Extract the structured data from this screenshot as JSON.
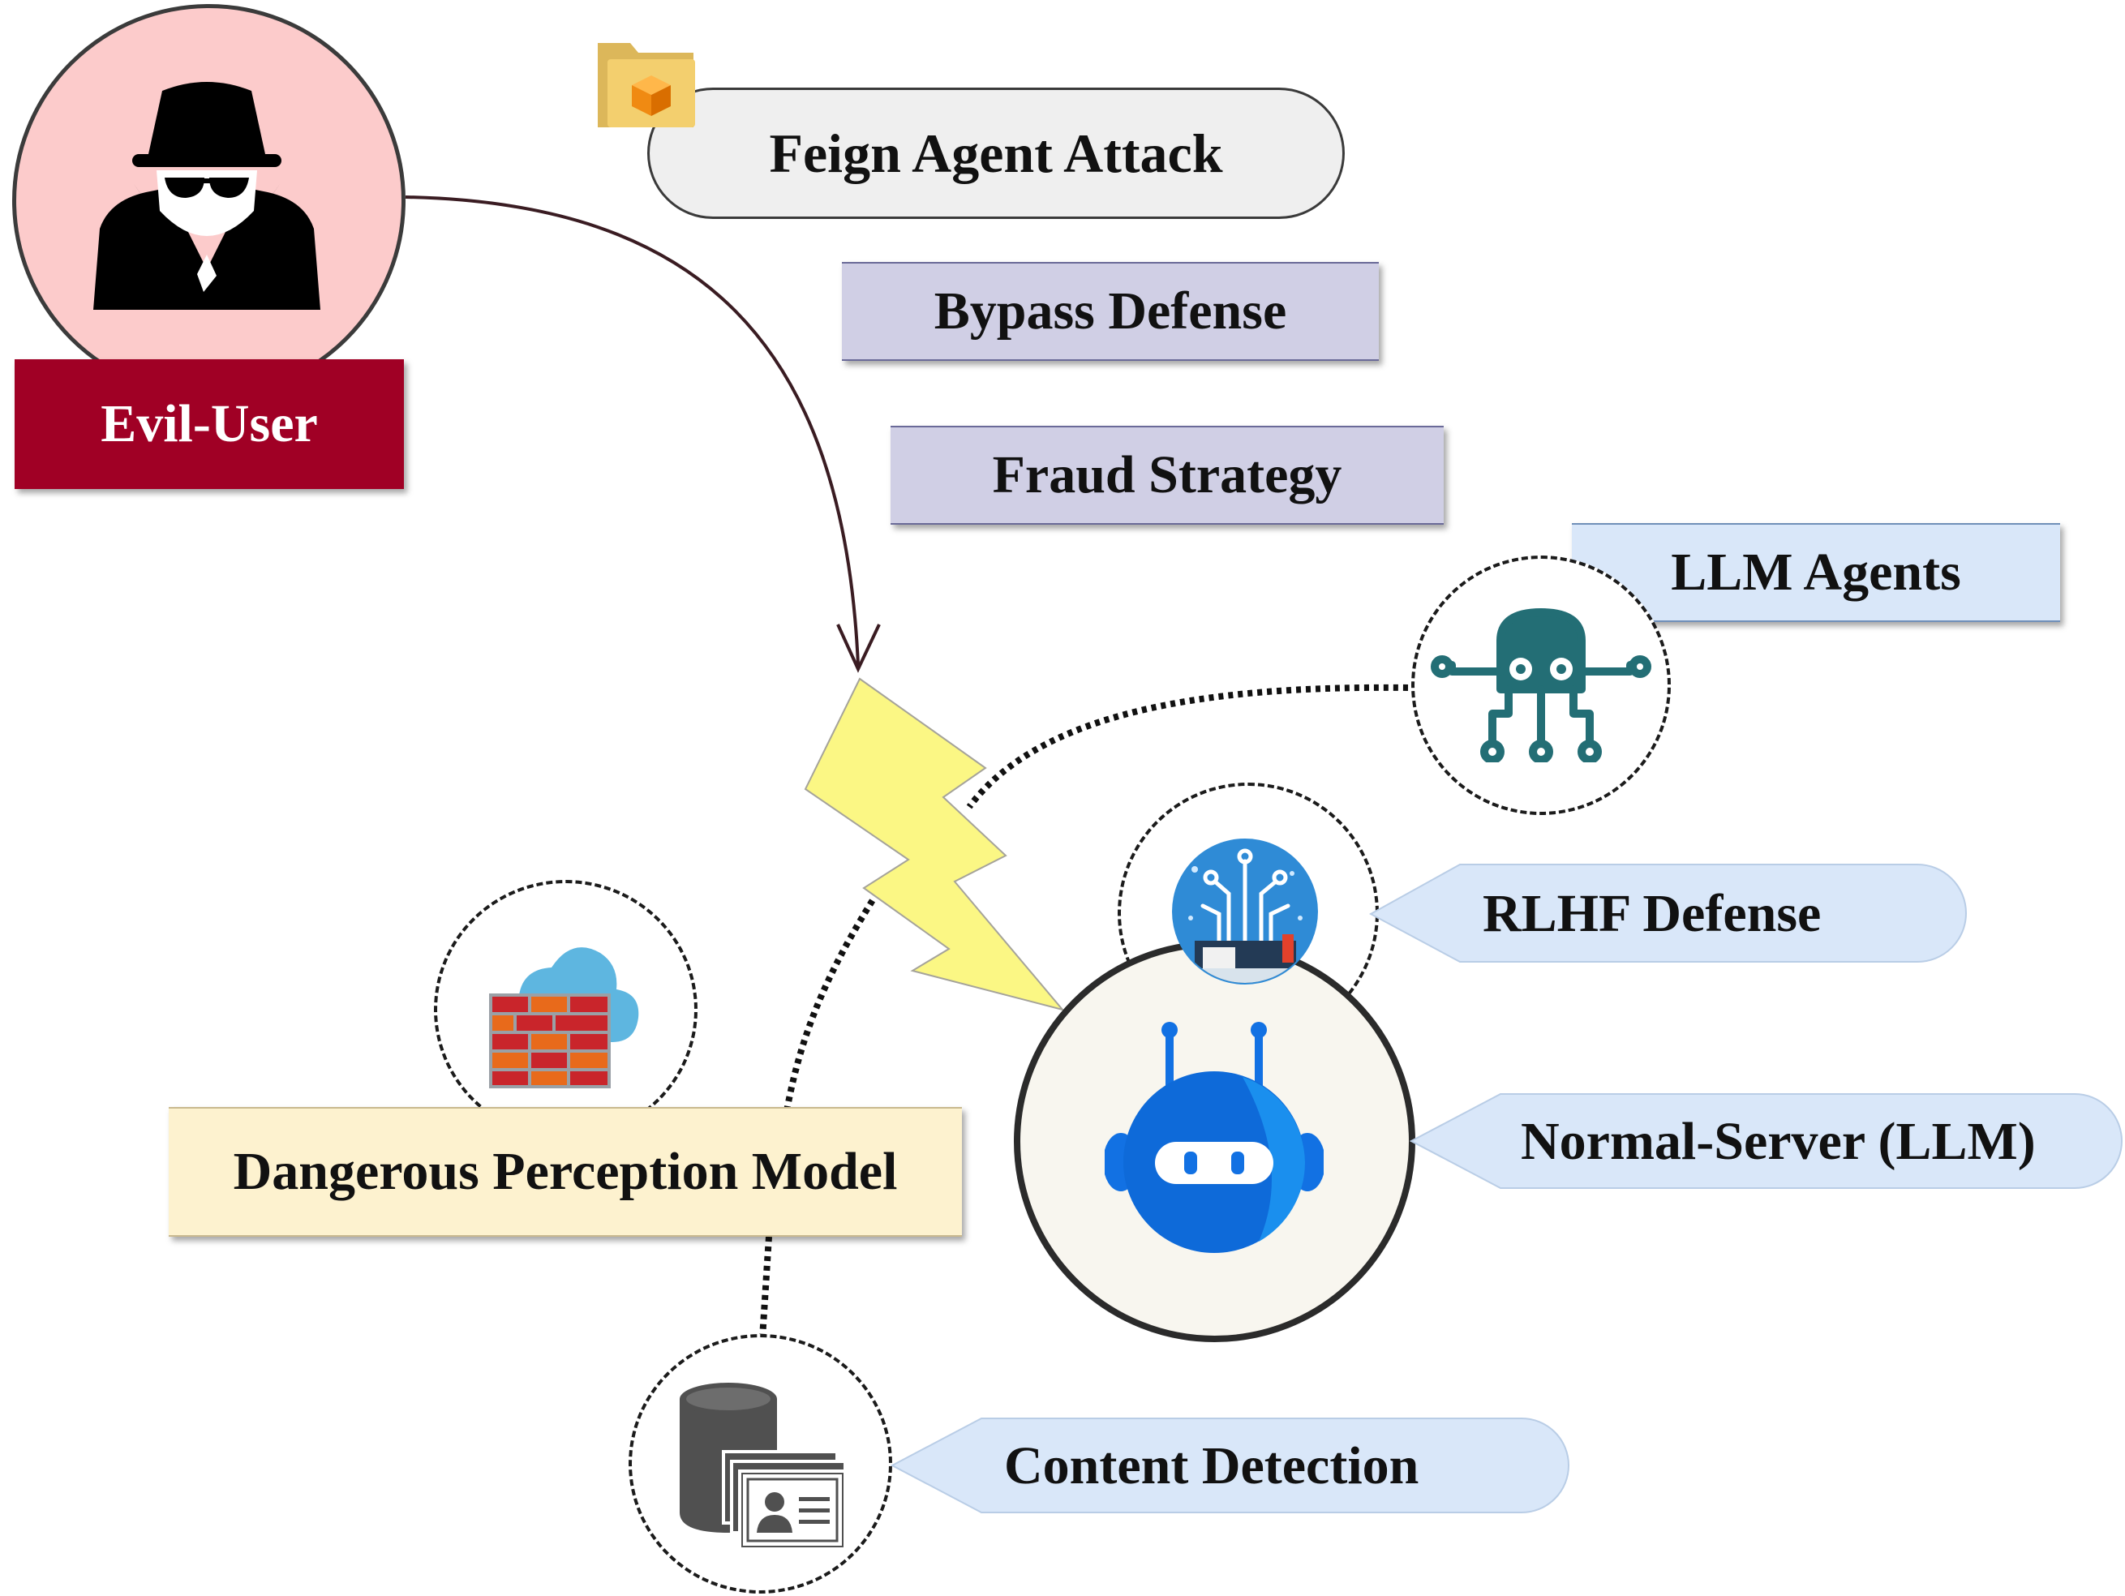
{
  "nodes": {
    "evil_user": "Evil-User",
    "feign_attack": "Feign Agent Attack",
    "bypass_defense": "Bypass Defense",
    "fraud_strategy": "Fraud Strategy",
    "llm_agents": "LLM Agents",
    "rlhf_defense": "RLHF Defense",
    "normal_server": "Normal-Server (LLM)",
    "dangerous_model": "Dangerous Perception Model",
    "content_detection": "Content Detection"
  },
  "icons": {
    "attacker": "spy-icon",
    "attack_folder": "package-folder-icon",
    "lightning": "lightning-bolt-icon",
    "agents": "octopus-circuit-icon",
    "rlhf": "circuit-chip-icon",
    "server": "robot-icon",
    "firewall": "cloud-firewall-icon",
    "detection": "database-id-card-icon"
  },
  "colors": {
    "attacker_circle": "#fccbcb",
    "evil_label": "#a00025",
    "attack_pill": "#efefef",
    "strategy_box": "#d0cfe5",
    "defense_box": "#d9e7f9",
    "model_box": "#fdf2cf",
    "lightning": "#fbf784",
    "server_circle": "#f8f6ef",
    "robot": "#1271e3"
  }
}
